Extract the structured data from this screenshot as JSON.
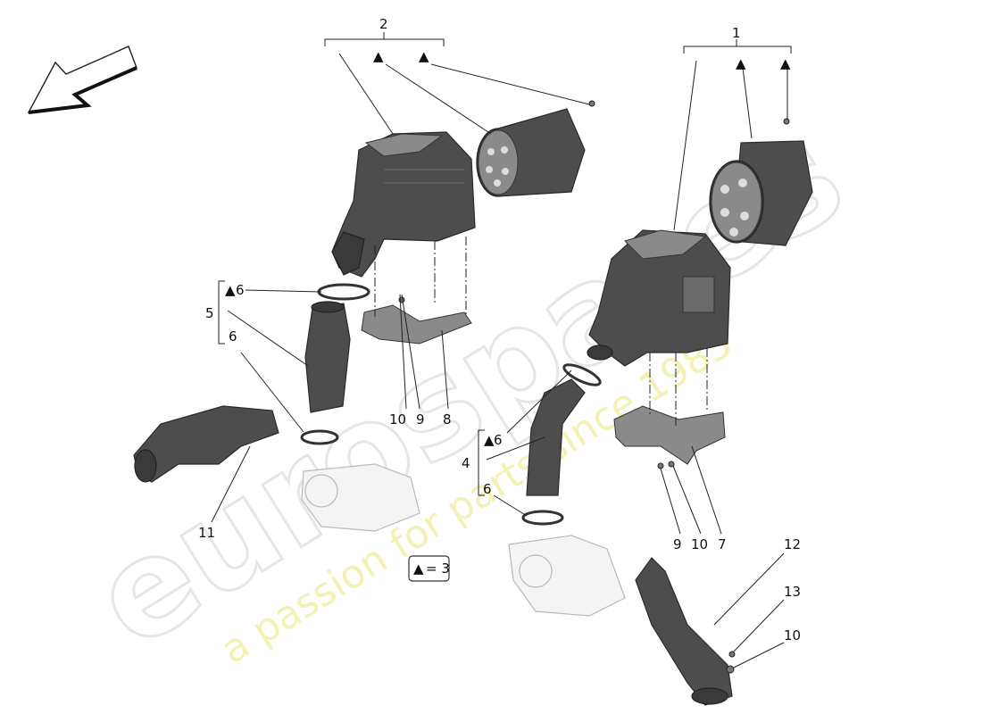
{
  "watermark": {
    "brand": "eurospares",
    "tagline": "a passion for parts since 1985"
  },
  "legend": {
    "symbol": "▲",
    "text": "= 3"
  },
  "callouts": {
    "c1": "1",
    "c2": "2",
    "c4": "4",
    "c5": "5",
    "c6_upper_left": "6",
    "c6_lower_left": "6",
    "c6_upper_right": "6",
    "c6_lower_right": "6",
    "c7": "7",
    "c8": "8",
    "c9_left": "9",
    "c9_right": "9",
    "c10_left": "10",
    "c10_right": "10",
    "c10_bottom": "10",
    "c11": "11",
    "c12": "12",
    "c13": "13"
  },
  "markers": {
    "triangle": "▲"
  }
}
